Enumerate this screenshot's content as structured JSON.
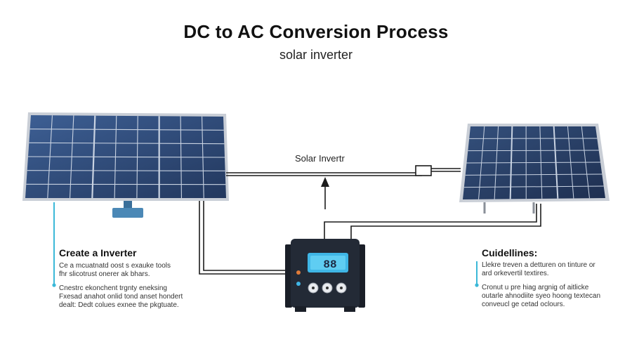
{
  "header": {
    "title": "DC to AC Conversion Process",
    "subtitle": "solar inverter"
  },
  "inverter": {
    "label": "Solar Invertr",
    "display": "88"
  },
  "left_caption": {
    "heading": "Create a Inverter",
    "lines_a": [
      "Ce a mcuatnatd oost s exauke tools",
      "fhr slicotrust onerer ak bhars."
    ],
    "lines_b": [
      "Cnestrc ekonchent trgnty eneksing",
      "Fxesad anahot onlid tond anset hondert",
      "dealt: Dedt colues exnee the pkgtuate."
    ]
  },
  "right_caption": {
    "heading": "Cuidellines:",
    "lines_a": [
      "Llekre treven a detturen on tinture or",
      "ard orkevertil textires."
    ],
    "lines_b": [
      "Cronut u pre hiag argnig of aitlicke",
      "outarle ahnodiite syeo hoong textecan",
      "conveucl ge cetad oclours."
    ]
  },
  "colors": {
    "panel_cell": "#2e4a78",
    "panel_frame": "#c9ced6",
    "inverter_body": "#232a36",
    "inverter_screen": "#3fb6e6",
    "accent_line": "#3bb8d8",
    "wire": "#1c1c1c"
  }
}
